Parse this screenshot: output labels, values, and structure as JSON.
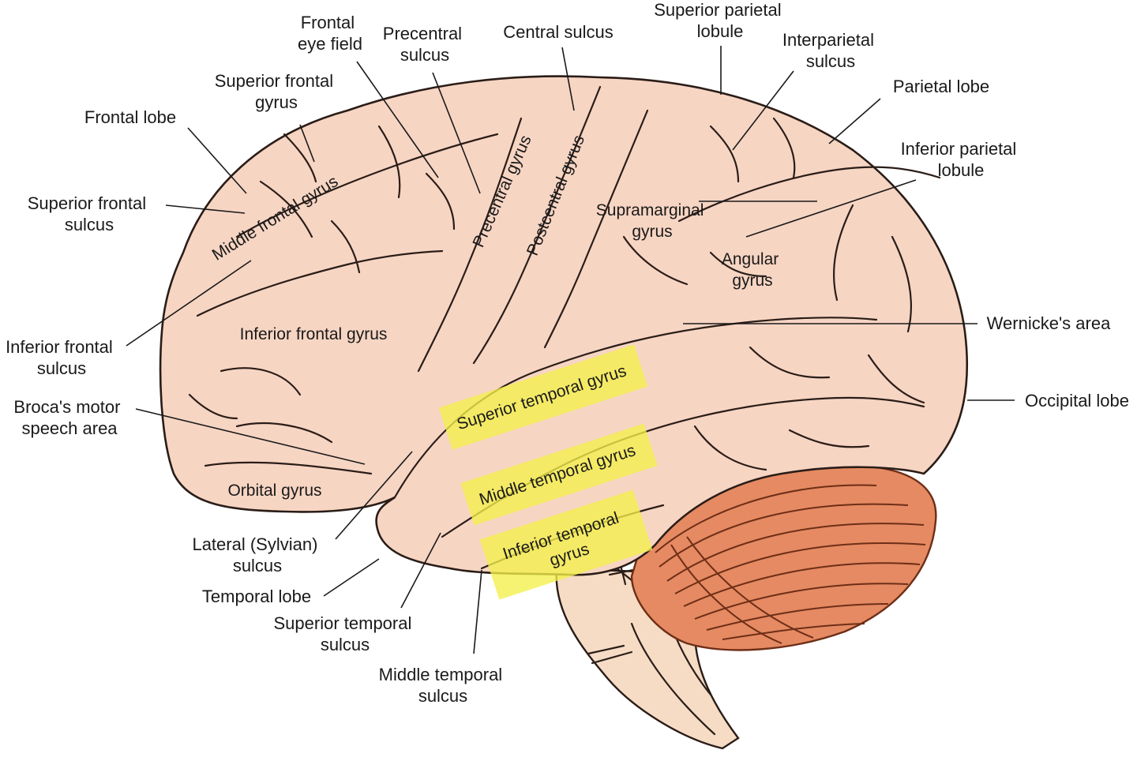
{
  "labels": {
    "frontal_eye_field": [
      "Frontal",
      "eye field"
    ],
    "precentral_sulcus": [
      "Precentral",
      "sulcus"
    ],
    "central_sulcus": "Central sulcus",
    "superior_parietal_lobule": [
      "Superior parietal",
      "lobule"
    ],
    "interparietal_sulcus": [
      "Interparietal",
      "sulcus"
    ],
    "parietal_lobe": "Parietal lobe",
    "inferior_parietal_lobule": [
      "Inferior parietal",
      "lobule"
    ],
    "superior_frontal_gyrus": [
      "Superior frontal",
      "gyrus"
    ],
    "frontal_lobe": "Frontal lobe",
    "superior_frontal_sulcus": [
      "Superior frontal",
      "sulcus"
    ],
    "inferior_frontal_sulcus": [
      "Inferior frontal",
      "sulcus"
    ],
    "brocas_area": [
      "Broca's motor",
      "speech area"
    ],
    "lateral_sulcus": [
      "Lateral (Sylvian)",
      "sulcus"
    ],
    "temporal_lobe": "Temporal lobe",
    "superior_temporal_sulcus": [
      "Superior temporal",
      "sulcus"
    ],
    "middle_temporal_sulcus": [
      "Middle temporal",
      "sulcus"
    ],
    "wernickes_area": "Wernicke's area",
    "occipital_lobe": "Occipital lobe",
    "middle_frontal_gyrus": "Middle frontal gyrus",
    "precentral_gyrus": "Precentral gyrus",
    "postcentral_gyrus": "Postcentral gyrus",
    "supramarginal_gyrus": [
      "Supramarginal",
      "gyrus"
    ],
    "angular_gyrus": [
      "Angular",
      "gyrus"
    ],
    "inferior_frontal_gyrus": "Inferior frontal gyrus",
    "orbital_gyrus": "Orbital gyrus",
    "superior_temporal_gyrus": "Superior temporal gyrus",
    "middle_temporal_gyrus": "Middle temporal gyrus",
    "inferior_temporal_gyrus": [
      "Inferior temporal",
      "gyrus"
    ]
  },
  "colors": {
    "cortex": "#f7d5c3",
    "cortex_outline": "#2a1d18",
    "cerebellum": "#e58a62",
    "brainstem": "#f6dcc5",
    "highlight": "#f3f04a"
  }
}
